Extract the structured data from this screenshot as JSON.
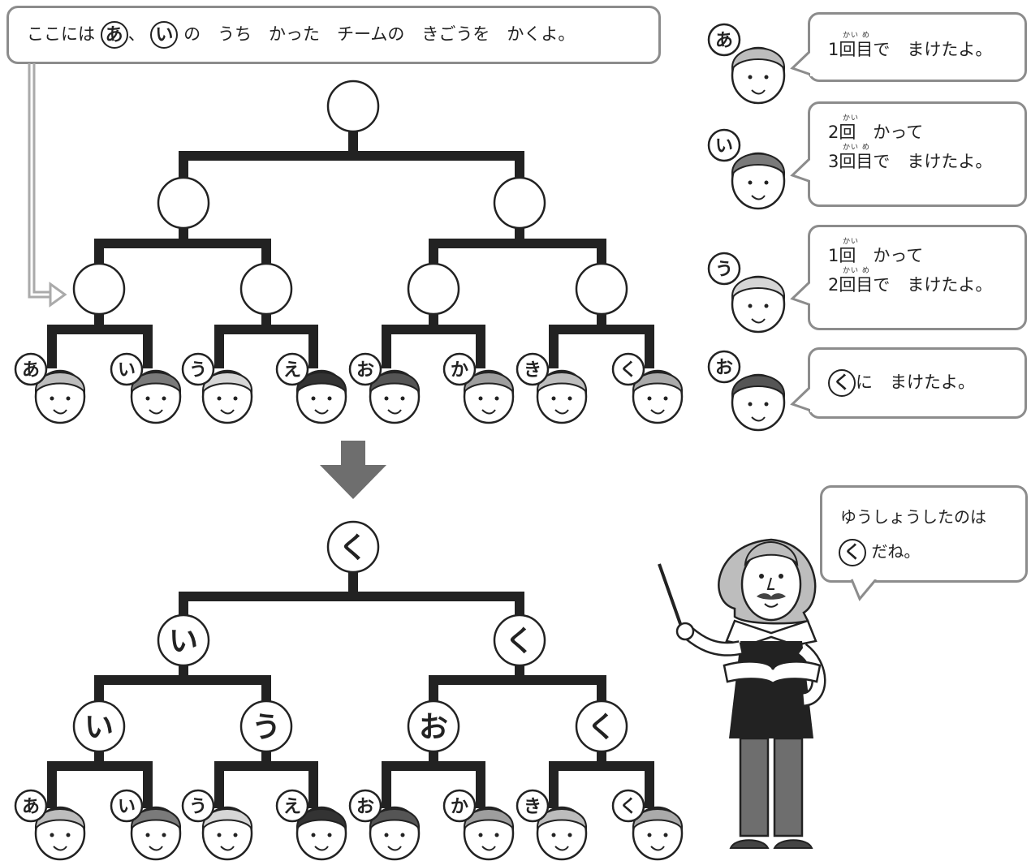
{
  "instruction": {
    "pre": "ここには",
    "badge1": "あ",
    "sep": "、",
    "badge2": "い",
    "post": "の　うち　かった　チームの　きごうを　かくよ。"
  },
  "teams": [
    "あ",
    "い",
    "う",
    "え",
    "お",
    "か",
    "き",
    "く"
  ],
  "statements": [
    {
      "speaker": "あ",
      "lines": [
        {
          "ruby": "かい め",
          "text": "1回目で　まけたよ。"
        }
      ]
    },
    {
      "speaker": "い",
      "lines": [
        {
          "ruby": "かい",
          "text": "2回　かって"
        },
        {
          "ruby": "かい め",
          "text": "3回目で　まけたよ。"
        }
      ]
    },
    {
      "speaker": "う",
      "lines": [
        {
          "ruby": "かい",
          "text": "1回　かって"
        },
        {
          "ruby": "かい め",
          "text": "2回目で　まけたよ。"
        }
      ]
    },
    {
      "speaker": "お",
      "lines": [
        {
          "badge": "く",
          "text": "に　まけたよ。"
        }
      ]
    }
  ],
  "teacher": {
    "line1": "ゆうしょうしたのは",
    "badge": "く",
    "line2": "だね。"
  },
  "answer": {
    "final": "く",
    "semi": [
      "い",
      "く"
    ],
    "quarter": [
      "い",
      "う",
      "お",
      "く"
    ]
  },
  "colors": {
    "line": "#222222",
    "bubble_border": "#8c8c8c",
    "arrow": "#6e6e6e",
    "accent_gray": "#aaaaaa"
  }
}
